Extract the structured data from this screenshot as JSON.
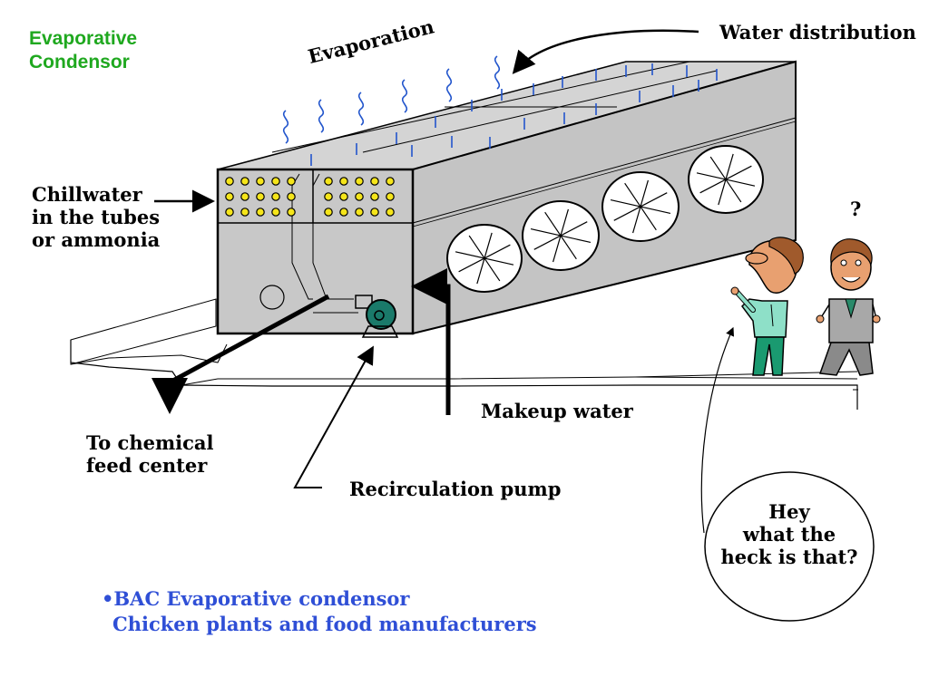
{
  "title": {
    "line1": "Evaporative",
    "line2": "Condensor"
  },
  "labels": {
    "evaporation": "Evaporation",
    "water_distribution": "Water distribution",
    "chillwater_1": "Chillwater",
    "chillwater_2": "in the tubes",
    "chillwater_3": "or ammonia",
    "makeup_water": "Makeup water",
    "chemical_1": "To chemical",
    "chemical_2": "feed center",
    "recirculation_pump": "Recirculation pump",
    "question_mark": "?",
    "speech_1": "Hey",
    "speech_2": "what the",
    "speech_3": "heck is that?"
  },
  "bullets": {
    "line1": "•BAC Evaporative condensor",
    "line2": "Chicken plants and food manufacturers"
  },
  "colors": {
    "title_green": "#1fa81f",
    "bullet_blue": "#2f4fd6",
    "water_blue": "#2255cc",
    "tube_yellow": "#f5e51a",
    "pump_teal": "#1a7a6a",
    "unit_gray": "#c8c8c8"
  },
  "icons": [
    "evaporation-wave-icon",
    "fan-icon",
    "pump-icon",
    "person-pointing-icon",
    "person-standing-icon"
  ]
}
